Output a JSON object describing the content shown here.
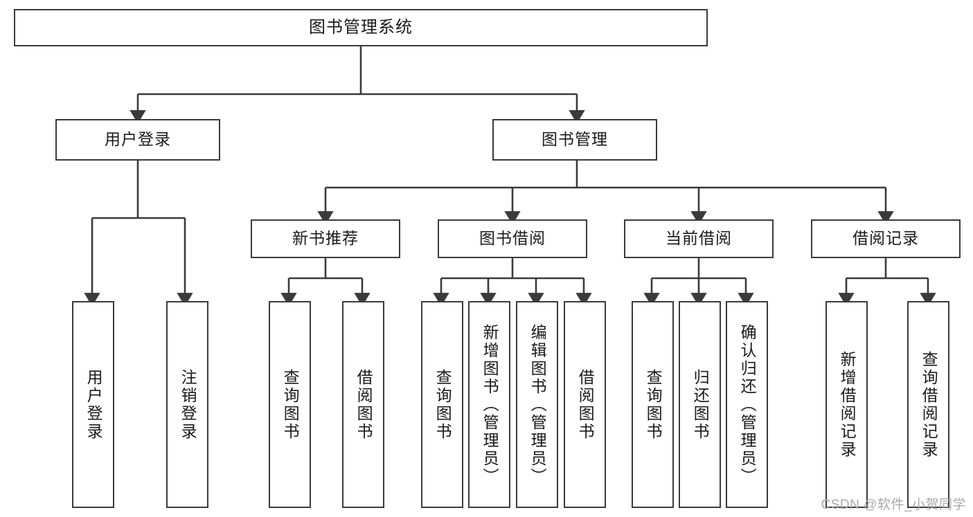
{
  "diagram": {
    "type": "hierarchy-tree",
    "title": "图书管理系统",
    "watermark": "CSDN @软件_小贺同学",
    "colors": {
      "box_border": "#3a3a3a",
      "box_fill": "#ffffff",
      "connector": "#3a3a3a",
      "text": "#1a1a1a",
      "watermark": "#a9a9a9",
      "background": "#ffffff"
    },
    "root": {
      "label": "图书管理系统"
    },
    "level2": [
      {
        "label": "用户登录"
      },
      {
        "label": "图书管理"
      }
    ],
    "level3": [
      {
        "label": "新书推荐"
      },
      {
        "label": "图书借阅"
      },
      {
        "label": "当前借阅"
      },
      {
        "label": "借阅记录"
      }
    ],
    "leaves": {
      "user_login": [
        {
          "label": "用户登录"
        },
        {
          "label": "注销登录"
        }
      ],
      "new_book_recommend": [
        {
          "label": "查询图书"
        },
        {
          "label": "借阅图书"
        }
      ],
      "book_borrow": [
        {
          "label": "查询图书"
        },
        {
          "label": "新增图书（管理员）"
        },
        {
          "label": "编辑图书（管理员）"
        },
        {
          "label": "借阅图书"
        }
      ],
      "current_borrow": [
        {
          "label": "查询图书"
        },
        {
          "label": "归还图书"
        },
        {
          "label": "确认归还（管理员）"
        }
      ],
      "borrow_record": [
        {
          "label": "新增借阅记录"
        },
        {
          "label": "查询借阅记录"
        }
      ]
    }
  }
}
